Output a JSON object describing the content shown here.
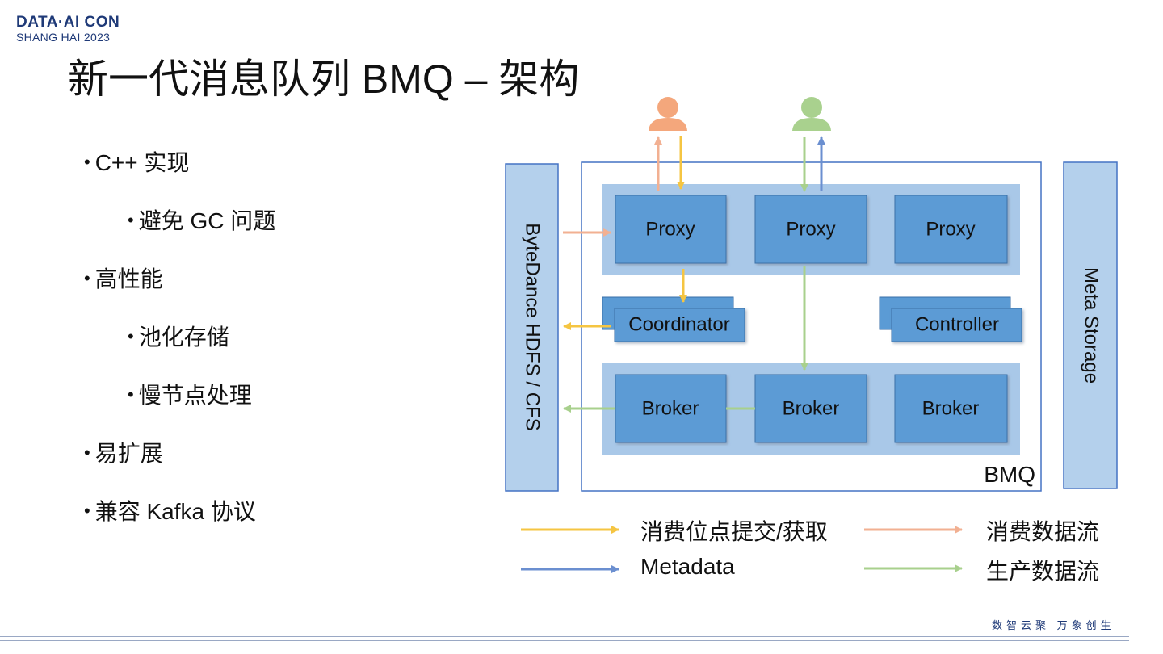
{
  "logo": {
    "line1": "DATA·AI CON",
    "line2": "SHANG HAI 2023"
  },
  "title": "新一代消息队列 BMQ – 架构",
  "bullets": [
    {
      "text": "C++ 实现",
      "level": 1
    },
    {
      "text": "避免 GC 问题",
      "level": 2
    },
    {
      "text": "高性能",
      "level": 1
    },
    {
      "text": "池化存储",
      "level": 2
    },
    {
      "text": "慢节点处理",
      "level": 2
    },
    {
      "text": "易扩展",
      "level": 1
    },
    {
      "text": "兼容 Kafka 协议",
      "level": 1
    }
  ],
  "diagram": {
    "left_storage": "ByteDance HDFS / CFS",
    "right_storage": "Meta Storage",
    "bmq_label": "BMQ",
    "proxies": [
      "Proxy",
      "Proxy",
      "Proxy"
    ],
    "coordinator": "Coordinator",
    "controller": "Controller",
    "brokers": [
      "Broker",
      "Broker",
      "Broker"
    ],
    "consumer_icon": "consumer-user-icon",
    "producer_icon": "producer-user-icon"
  },
  "legend": {
    "offset": "消费位点提交/获取",
    "metadata": "Metadata",
    "consume": "消费数据流",
    "produce": "生产数据流"
  },
  "colors": {
    "box_fill": "#5b9bd5",
    "group_fill": "#a9c8e8",
    "offset_arrow": "#f5c542",
    "metadata_arrow": "#6b8fd0",
    "consume_arrow": "#f2b092",
    "produce_arrow": "#a8d08d",
    "consumer_icon": "#f4a77c",
    "producer_icon": "#a9d18e"
  },
  "slogan": "数智云聚  万象创生"
}
